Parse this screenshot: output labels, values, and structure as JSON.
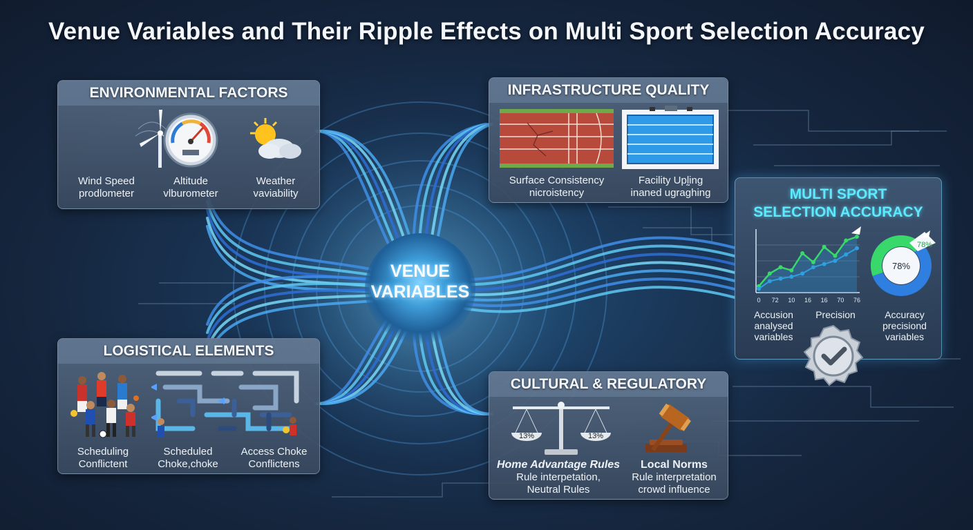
{
  "title": "Venue Variables and Their Ripple Effects on Multi Sport Selection Accuracy",
  "hub": {
    "line1": "VENUE",
    "line2": "VARIABLES"
  },
  "environmental": {
    "title": "ENVIRONMENTAL FACTORS",
    "items": [
      {
        "icon": "wind-turbine-icon",
        "line1": "Wind Speed",
        "line2": "prodlometer"
      },
      {
        "icon": "gauge-icon",
        "line1": "Altitude",
        "line2": "vlburometer"
      },
      {
        "icon": "sun-cloud-icon",
        "line1": "Weather",
        "line2": "vaviability"
      }
    ]
  },
  "infrastructure": {
    "title": "INFRASTRUCTURE QUALITY",
    "items": [
      {
        "icon": "running-track-icon",
        "line1": "Surface Consistency",
        "line2": "nicroistency"
      },
      {
        "icon": "swimming-pool-icon",
        "line1": "Facility Upl̰ing",
        "line2": "inaned ugraghing"
      }
    ]
  },
  "logistical": {
    "title": "LOGISTICAL ELEMENTS",
    "items": [
      {
        "icon": "athletes-icon",
        "line1": "Scheduling",
        "line2": "Conflictent"
      },
      {
        "icon": "maze-icon",
        "line1": "Scheduled",
        "line2": "Choke,choke"
      },
      {
        "icon": "maze-icon",
        "line1": "Access Choke",
        "line2": "Conflictens"
      }
    ]
  },
  "cultural": {
    "title": "CULTURAL & REGULATORY",
    "items": [
      {
        "icon": "scales-icon",
        "heading": "Home Advantage Rules",
        "line1": "Rule interpetation,",
        "line2": "Neutral Rules",
        "left_pan": "13%",
        "right_pan": "13%"
      },
      {
        "icon": "gavel-icon",
        "heading": "Local Norms",
        "line1": "Rule interpretation",
        "line2": "crowd influence"
      }
    ]
  },
  "accuracy": {
    "title_line1": "MULTI SPORT",
    "title_line2": "SELECTION ACCURACY",
    "chart_ticks": [
      "0",
      "72",
      "10",
      "16",
      "16",
      "70",
      "76"
    ],
    "donut_center": "78%",
    "donut_callout": "78%",
    "donut_value": 78,
    "labels": [
      {
        "line1": "Accusion",
        "line2": "analysed",
        "line3": "variables"
      },
      {
        "line1": "Precision",
        "line2": "",
        "line3": ""
      },
      {
        "line1": "Accuracy",
        "line2": "precisiond",
        "line3": "variables"
      }
    ]
  },
  "chart_data": {
    "type": "line",
    "x": [
      "0",
      "72",
      "10",
      "16",
      "16",
      "70",
      "76"
    ],
    "series": [
      {
        "values": [
          10,
          30,
          40,
          35,
          62,
          48,
          72,
          58,
          82,
          88
        ]
      },
      {
        "values": [
          6,
          18,
          22,
          25,
          30,
          40,
          45,
          50,
          60,
          70
        ]
      }
    ]
  },
  "colors": {
    "accent": "#5fe9ff",
    "green": "#39d86a",
    "blue": "#2f7fe0",
    "wire": "#4aa8f0"
  }
}
